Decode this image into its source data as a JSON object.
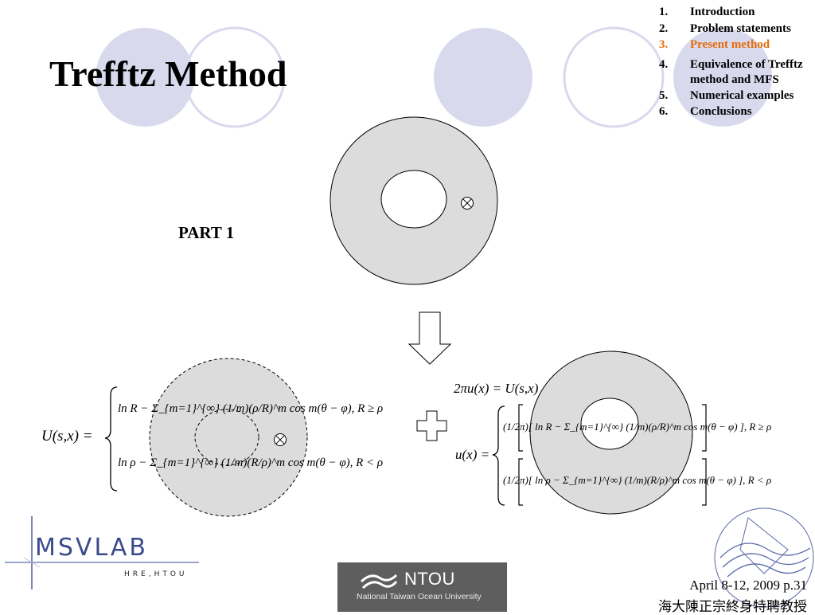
{
  "slide": {
    "title": "Trefftz Method",
    "part_label": "PART 1"
  },
  "outline": {
    "items": [
      {
        "num": "1.",
        "label": "Introduction"
      },
      {
        "num": "2.",
        "label": "Problem statements"
      },
      {
        "num": "3.",
        "label": "Present method"
      },
      {
        "num": "4.",
        "label": "Equivalence of Trefftz method and MFS"
      },
      {
        "num": "5.",
        "label": "Numerical examples"
      },
      {
        "num": "6.",
        "label": "Conclusions"
      }
    ],
    "active_index": 2,
    "active_color": "#e46c0a"
  },
  "equations": {
    "left_lhs": "U(s,x) =",
    "left_case1": "ln R − Σ_{m=1}^{∞} (1/m)(ρ/R)^m cos m(θ − φ),  R ≥ ρ",
    "left_case2": "ln ρ − Σ_{m=1}^{∞} (1/m)(R/ρ)^m cos m(θ − φ),  R < ρ",
    "right_top": "2πu(x) = U(s,x)",
    "right_lhs": "u(x) =",
    "right_case1": "(1/2π)[ ln R − Σ_{m=1}^{∞} (1/m)(ρ/R)^m cos m(θ − φ) ],  R ≥ ρ",
    "right_case2": "(1/2π)[ ln ρ − Σ_{m=1}^{∞} (1/m)(R/ρ)^m cos m(θ − φ) ],  R < ρ"
  },
  "logos": {
    "msvlab": "MSVLAB",
    "msvlab_sub": "HRE,HTOU",
    "ntou_name": "NTOU",
    "ntou_sub": "National Taiwan Ocean University"
  },
  "footer": {
    "date_page": "April 8-12, 2009 p.31",
    "author": "海大陳正宗終身特聘教授"
  },
  "colors": {
    "circle_fill": "#d9d9ee",
    "circle_stroke": "#d9d9ee",
    "domain_fill": "#dcdcdc",
    "ntou_bg": "#5e5e5e"
  }
}
